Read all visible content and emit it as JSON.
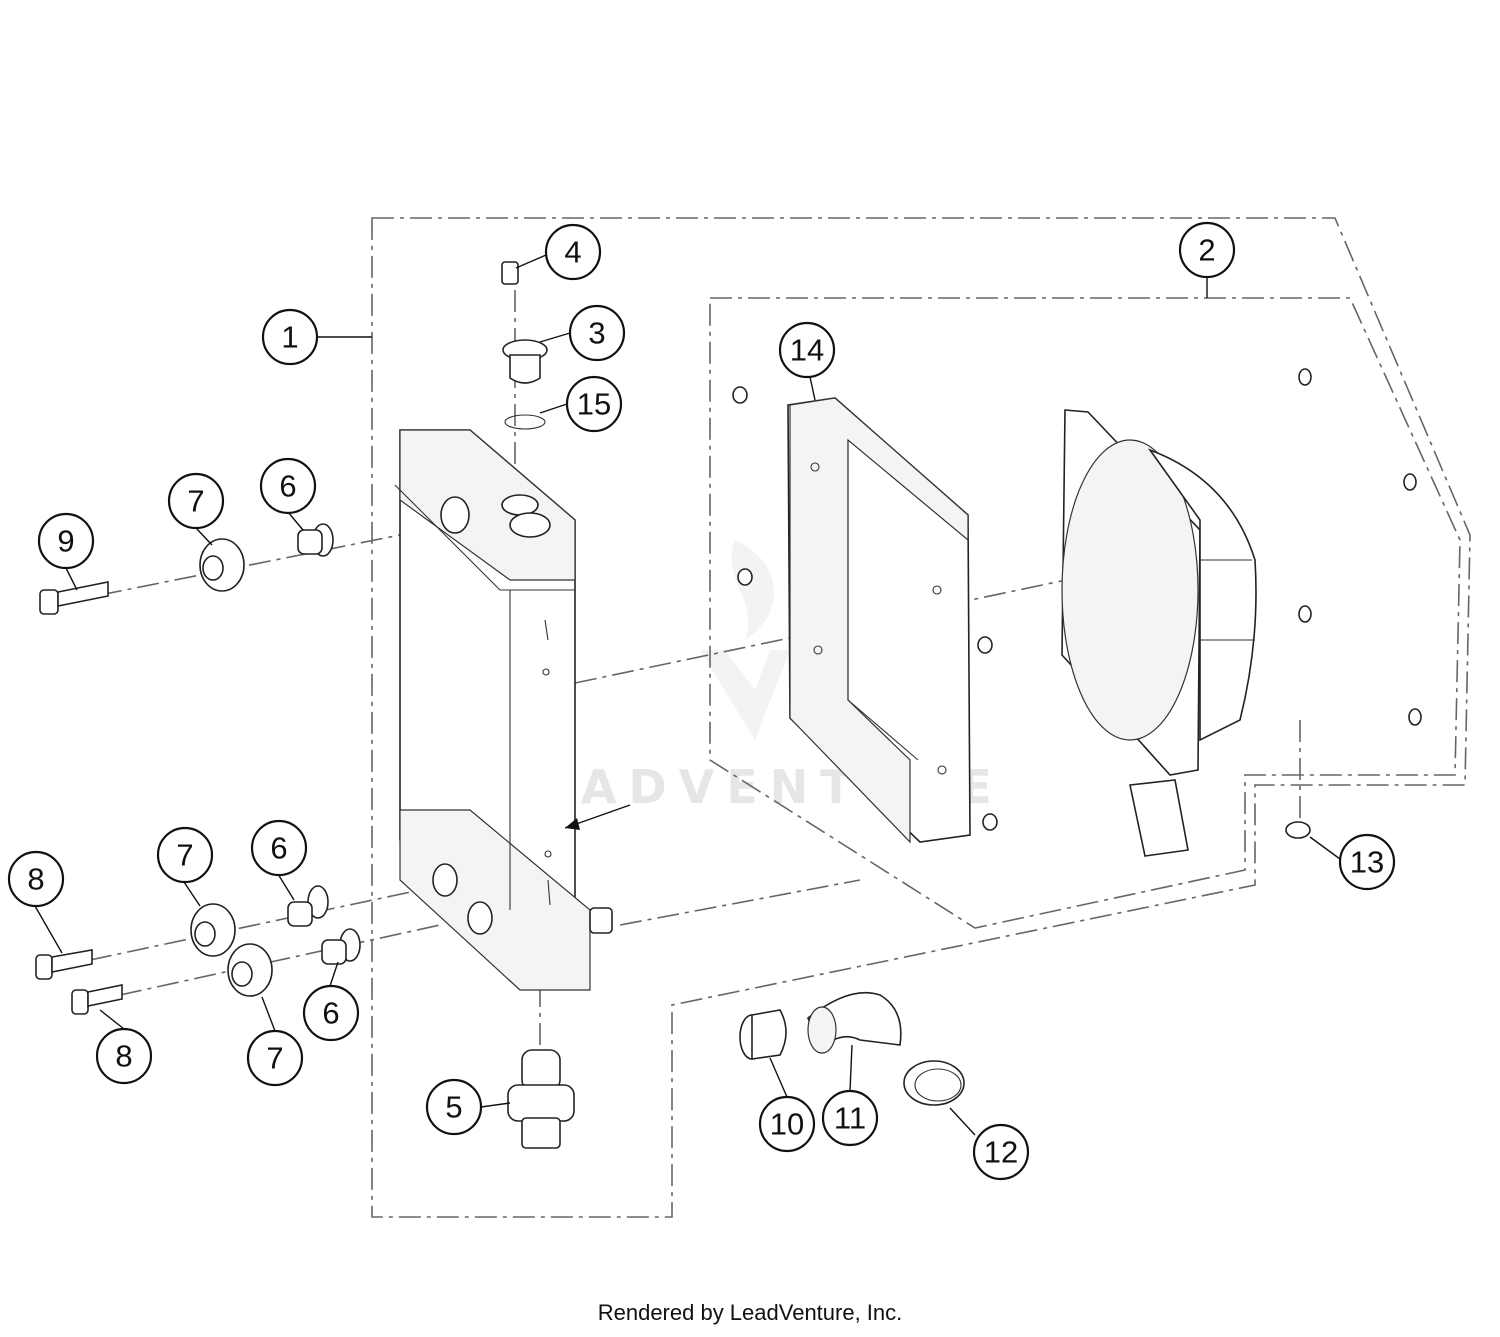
{
  "diagram": {
    "watermark": "LEADVENTURE",
    "callouts": [
      "1",
      "2",
      "3",
      "4",
      "5",
      "6",
      "6",
      "6",
      "7",
      "7",
      "7",
      "8",
      "8",
      "9",
      "10",
      "11",
      "12",
      "13",
      "14",
      "15"
    ]
  },
  "footer": "Rendered by LeadVenture, Inc."
}
